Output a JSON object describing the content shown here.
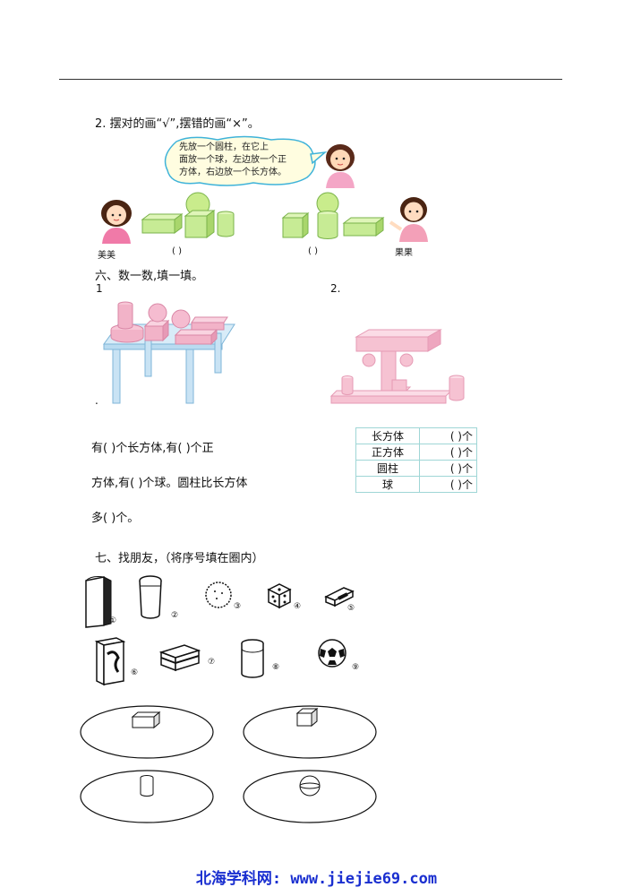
{
  "q2": {
    "title": "2. 摆对的画“√”,摆错的画“×”。",
    "bubble": [
      "先放一个圆柱，在它上",
      "面放一个球，左边放一个正",
      "方体，右边放一个长方体。"
    ],
    "left_name": "美美",
    "right_name": "果果",
    "paren1": "(     )",
    "paren2": "(     )"
  },
  "s6": {
    "heading": "六、数一数,填一填。",
    "label1": "1",
    "label2": "2.",
    "dot": ".",
    "fill_lines": [
      "有(     )个长方体,有(     )个正",
      "方体,有(     )个球。圆柱比长方体",
      "多(     )个。"
    ],
    "table": [
      {
        "label": "长方体",
        "value": "(     )个"
      },
      {
        "label": "正方体",
        "value": "(     )个"
      },
      {
        "label": "圆柱",
        "value": "(     )个"
      },
      {
        "label": "球",
        "value": "(     )个"
      }
    ]
  },
  "s7": {
    "heading": "七、找朋友，（将序号填在圈内）",
    "numbers": [
      "①",
      "②",
      "③",
      "④",
      "⑤",
      "⑥",
      "⑦",
      "⑧",
      "⑨"
    ]
  },
  "footer": "北海学科网: www.jiejie69.com"
}
